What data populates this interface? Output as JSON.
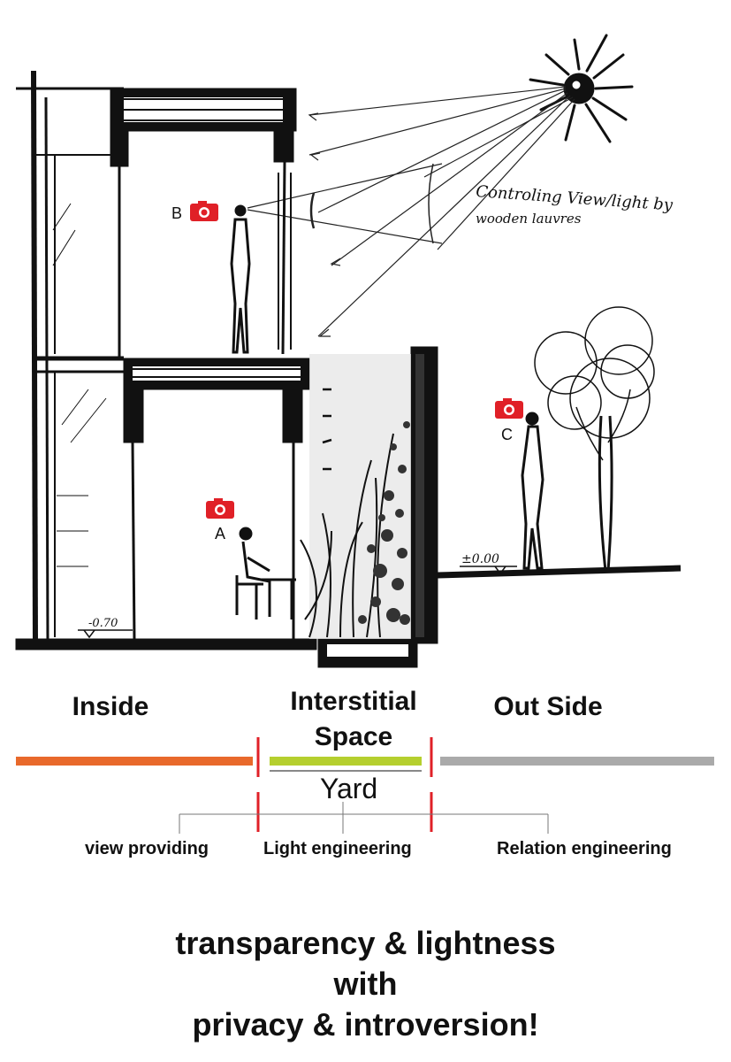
{
  "sketch": {
    "annotation_line1": "Controling View/light by",
    "annotation_line2": "wooden lauvres",
    "level_inside": "-0.70",
    "level_outside": "±0.00",
    "cameras": [
      {
        "id": "A",
        "label": "A"
      },
      {
        "id": "B",
        "label": "B"
      },
      {
        "id": "C",
        "label": "C"
      }
    ]
  },
  "zones": {
    "inside": "Inside",
    "interstitial_line1": "Interstitial",
    "interstitial_line2": "Space",
    "outside": "Out Side",
    "yard": "Yard"
  },
  "functions": {
    "view": "view providing",
    "light": "Light engineering",
    "relation": "Relation engineering"
  },
  "slogan": {
    "line1": "transparency & lightness",
    "line2": "with",
    "line3": "privacy & introversion!"
  },
  "colors": {
    "inside_bar": "#e8692b",
    "interstitial_bar": "#b5cf2e",
    "outside_bar": "#aaaaaa",
    "divider": "#e02027",
    "camera": "#e02027"
  }
}
